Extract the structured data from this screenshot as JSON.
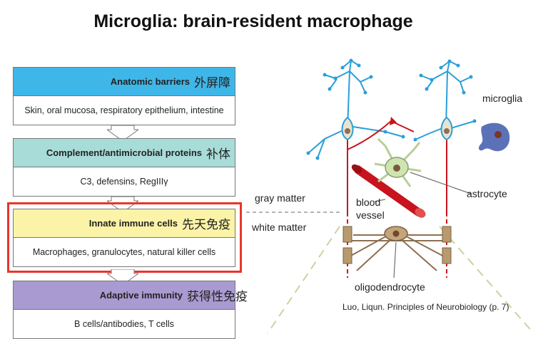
{
  "title": "Microglia: brain-resident macrophage",
  "cascade": [
    {
      "header": "Anatomic barriers",
      "header_cn": "外屏障",
      "body": "Skin, oral mucosa, respiratory epithelium, intestine",
      "color": "#3fb6e8"
    },
    {
      "header": "Complement/antimicrobial proteins",
      "header_cn": "补体",
      "body": "C3, defensins, RegIIIγ",
      "color": "#a8dcd8"
    },
    {
      "header": "Innate immune cells",
      "header_cn": "先天免疫",
      "body": "Macrophages, granulocytes, natural killer cells",
      "color": "#fbf4a8"
    },
    {
      "header": "Adaptive immunity",
      "header_cn": "获得性免疫",
      "body": "B cells/antibodies, T cells",
      "color": "#a99bd1"
    }
  ],
  "diagram": {
    "labels": {
      "microglia": "microglia",
      "astrocyte": "astrocyte",
      "gray_matter": "gray matter",
      "white_matter": "white matter",
      "blood_vessel_1": "blood",
      "blood_vessel_2": "vessel",
      "oligodendrocyte": "oligodendrocyte"
    }
  },
  "credit": "Luo, Liqun. Principles of Neurobiology (p. 7)",
  "colors": {
    "highlight": "#e8352a",
    "neuron": "#2a9fd8",
    "vessel": "#c8141e",
    "astrocyte": "#cfe5b0",
    "microglia": "#5b72b8",
    "oligo": "#9a7e5c"
  }
}
